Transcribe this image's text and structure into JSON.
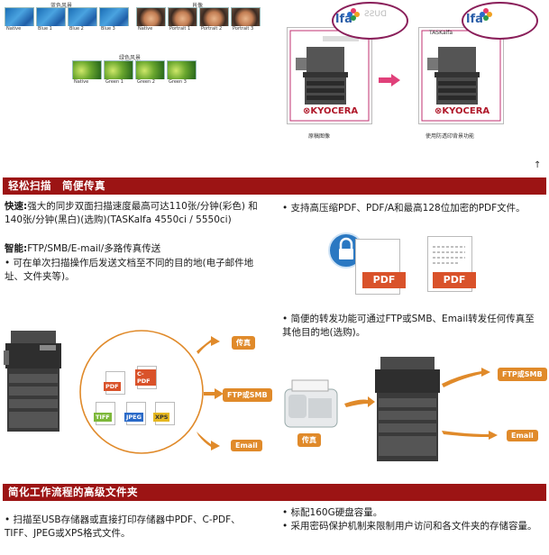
{
  "top_left": {
    "blue_heading": "蓝色风景",
    "portrait_heading": "肖像",
    "green_heading": "绿色风景",
    "blue_caps": [
      "Native",
      "Blue 1",
      "Blue 2",
      "Blue 3"
    ],
    "portrait_caps": [
      "Native",
      "Portrait 1",
      "Portrait 2",
      "Portrait 3"
    ],
    "green_caps": [
      "Native",
      "Green 1",
      "Green 2",
      "Green 3"
    ]
  },
  "top_right": {
    "left_caption": "原稿图像",
    "right_caption": "使用防透印背景功能",
    "brand": "KYOCERA",
    "taskalfa": "TASKalfa",
    "bubble_text": "lfa"
  },
  "scroll_up": "↑",
  "section1": {
    "title": "轻松扫描　简便传真",
    "speed_label": "快速:",
    "speed_text": "强大的同步双面扫描速度最高可达110张/分钟(彩色) 和140张/分钟(黑白)(选购)(TASKalfa 4550ci / 5550ci)",
    "smart_label": "智能:",
    "smart_text": "FTP/SMB/E-mail/多路传真传送",
    "bullet_left": "• 可在单次扫描操作后发送文档至不同的目的地(电子邮件地址、文件夹等)。",
    "bullet_right1": "• 支持高压缩PDF、PDF/A和最高128位加密的PDF文件。",
    "bullet_right2": "• 简便的转发功能可通过FTP或SMB、Email转发任何传真至其他目的地(选购)。",
    "file_types": [
      "PDF",
      "C-PDF",
      "TIFF",
      "JPEG",
      "XPS"
    ],
    "left_targets": [
      "传真",
      "FTP或SMB",
      "Email"
    ],
    "right_source": "传真",
    "right_targets": [
      "FTP或SMB",
      "Email"
    ],
    "pdf_badges": [
      "PDF",
      "PDF"
    ]
  },
  "section2": {
    "title": "简化工作流程的高级文件夹",
    "bullet_left": "• 扫描至USB存储器或直接打印存储器中PDF、C-PDF、TIFF、JPEG或XPS格式文件。",
    "bullet_right1": "• 标配160G硬盘容量。",
    "bullet_right2": "• 采用密码保护机制来限制用户访问和各文件夹的存储容量。"
  },
  "colors": {
    "bar": "#9c1414",
    "tag": "#e08a2a",
    "pdf": "#d9522a",
    "arrow": "#e0407a"
  }
}
